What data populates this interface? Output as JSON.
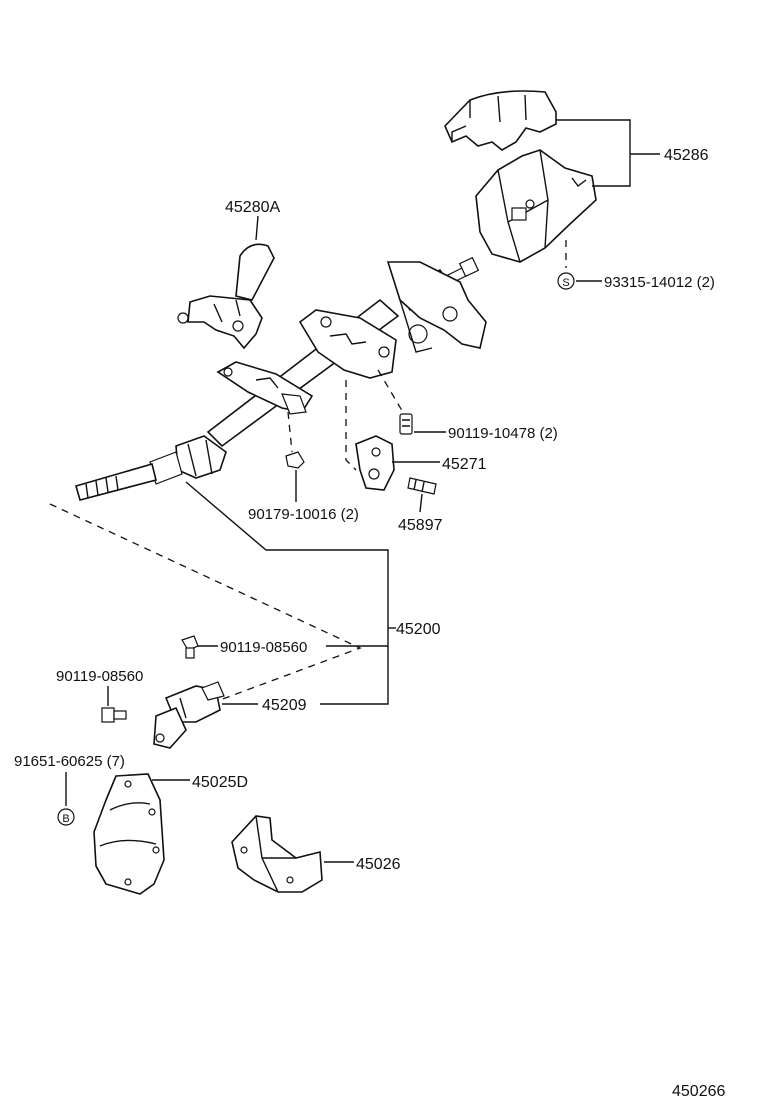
{
  "diagram": {
    "labels": {
      "p45286": "45286",
      "p45280a": "45280A",
      "p93315": "93315-14012 (2)",
      "s_marker": "S",
      "p90119_10478": "90119-10478 (2)",
      "p45271": "45271",
      "p90179": "90179-10016 (2)",
      "p45897": "45897",
      "p45200": "45200",
      "p90119_08560_a": "90119-08560",
      "p90119_08560_b": "90119-08560",
      "p45209": "45209",
      "p91651": "91651-60625 (7)",
      "b_marker": "B",
      "p45025d": "45025D",
      "p45026": "45026",
      "figure_code": "450266"
    }
  }
}
